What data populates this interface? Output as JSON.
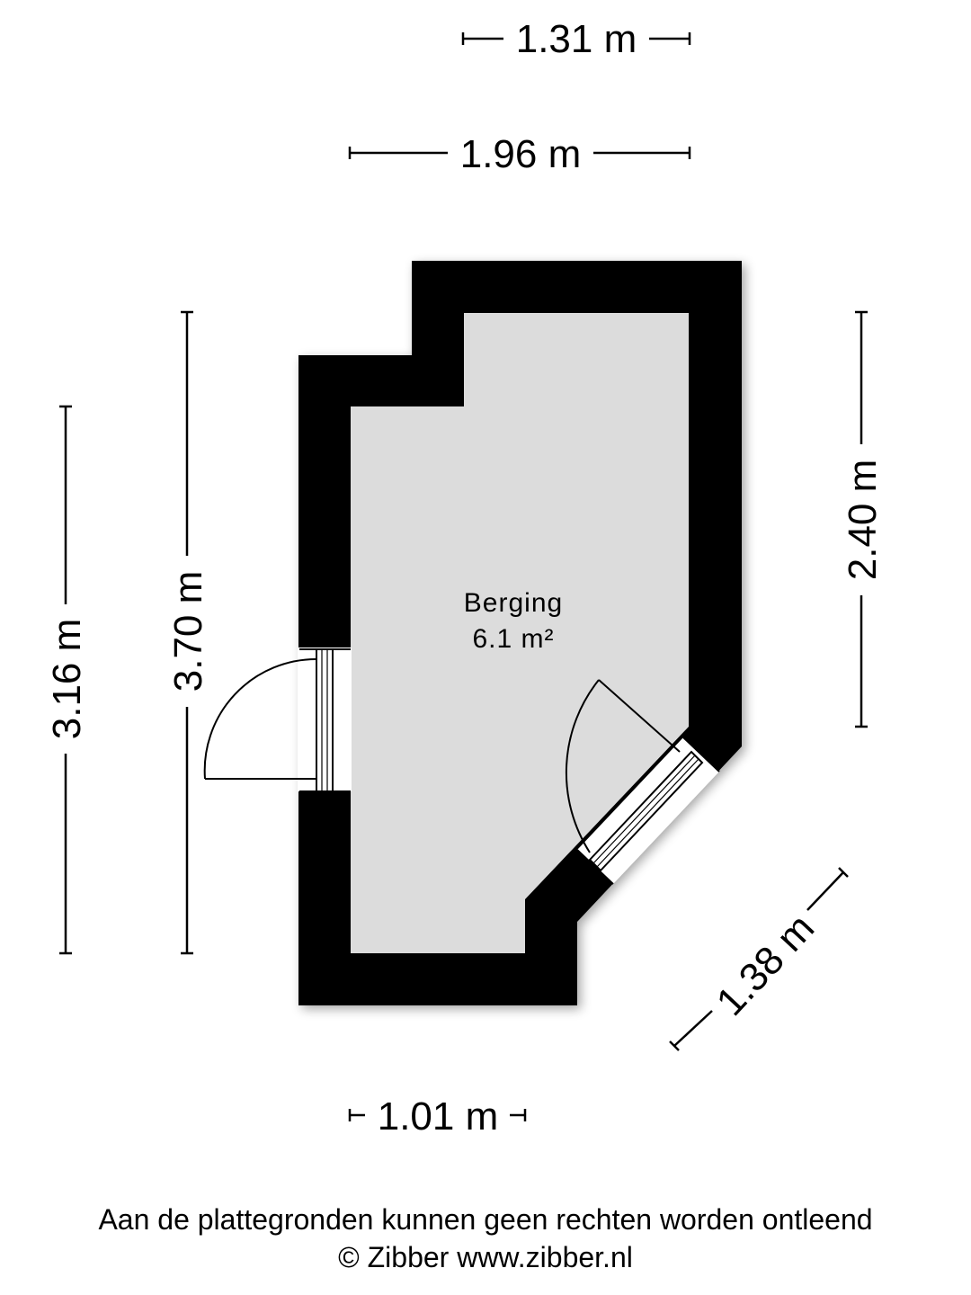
{
  "dimensions": {
    "top_upper": "1.31 m",
    "top_lower": "1.96 m",
    "left_outer": "3.16 m",
    "left_inner": "3.70 m",
    "right": "2.40 m",
    "diagonal": "1.38 m",
    "bottom": "1.01 m"
  },
  "room": {
    "name": "Berging",
    "area": "6.1 m²"
  },
  "footer": {
    "disclaimer": "Aan de plattegronden kunnen geen rechten worden ontleend",
    "copyright": "© Zibber www.zibber.nl"
  },
  "colors": {
    "wall": "#000000",
    "floor": "#dcdcdc",
    "background": "#ffffff"
  }
}
